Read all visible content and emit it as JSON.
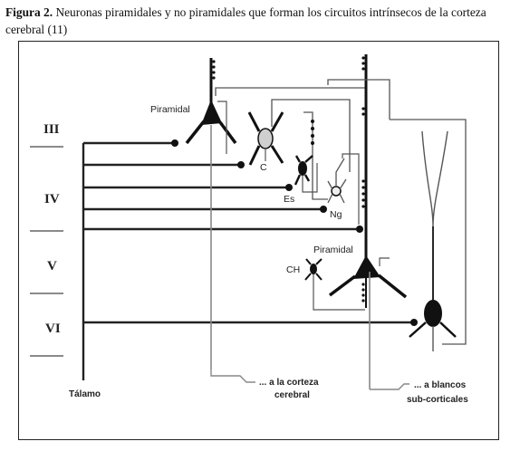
{
  "caption": {
    "label": "Figura 2.",
    "text": "Neuronas piramidales y no piramidales que forman los circuitos intrínsecos de la corteza cerebral (11)"
  },
  "layers": [
    "III",
    "IV",
    "V",
    "VI"
  ],
  "labels": {
    "piramidal_top": "Piramidal",
    "piramidal_bottom": "Piramidal",
    "c": "C",
    "es": "Es",
    "ng": "Ng",
    "ch": "CH",
    "talamo": "Tálamo",
    "corteza_line1": "... a la corteza",
    "corteza_line2": "cerebral",
    "blancos_line1": "... a blancos",
    "blancos_line2": "sub-corticales"
  }
}
